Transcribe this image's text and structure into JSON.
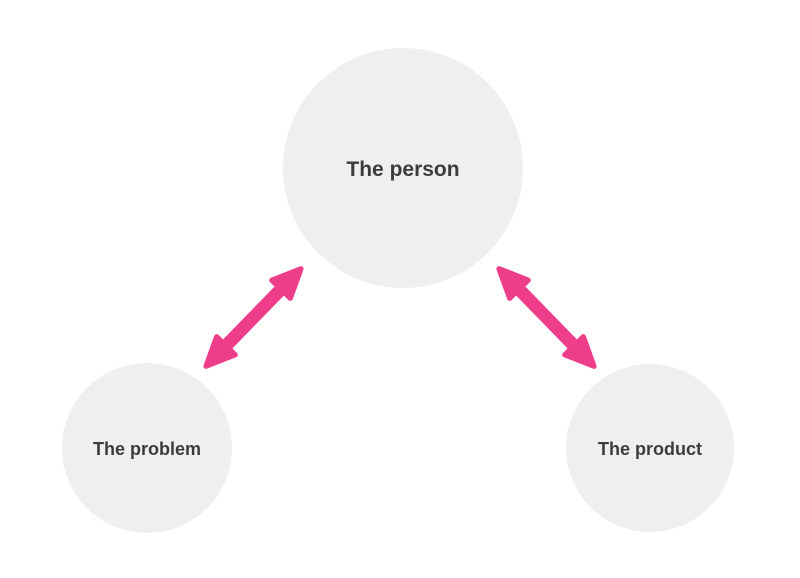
{
  "diagram": {
    "type": "concept-relationship",
    "nodes": [
      {
        "id": "person",
        "label": "The person"
      },
      {
        "id": "problem",
        "label": "The problem"
      },
      {
        "id": "product",
        "label": "The product"
      }
    ],
    "edges": [
      {
        "from": "person",
        "to": "problem",
        "direction": "bidirectional"
      },
      {
        "from": "person",
        "to": "product",
        "direction": "bidirectional"
      }
    ]
  },
  "colors": {
    "background": "#ffffff",
    "node_fill": "#efefef",
    "label_text": "#3c3c3c",
    "arrow": "#ee3d8b"
  }
}
